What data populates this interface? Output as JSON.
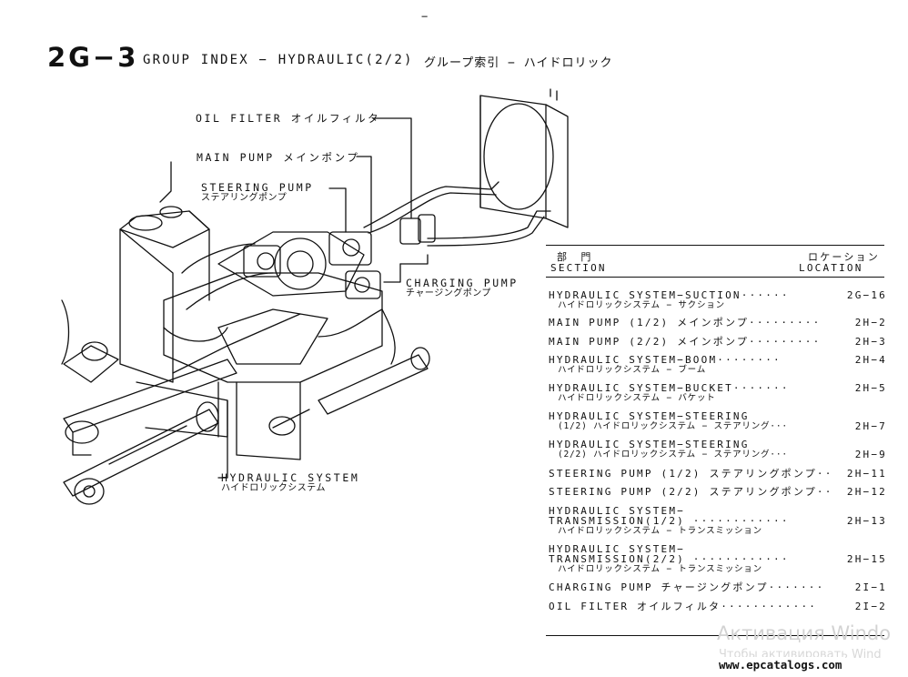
{
  "header": {
    "page_number": "2G−3",
    "title": "GROUP INDEX − HYDRAULIC(2/2)",
    "title_jp": "グループ索引 − ハイドロリック",
    "top_mark": "−"
  },
  "callouts": {
    "oil_filter": "OIL FILTER オイルフィルタ",
    "main_pump": "MAIN PUMP メインポンプ",
    "steering_pump": "STEERING PUMP",
    "steering_pump_jp": "ステアリングポンプ",
    "charging_pump": "CHARGING PUMP",
    "charging_pump_jp": "チャージングポンプ",
    "hydraulic_system": "HYDRAULIC SYSTEM",
    "hydraulic_system_jp": "ハイドロリックシステム"
  },
  "index": {
    "section_jp": "部　門",
    "section": "SECTION",
    "location_jp": "ロケーション",
    "location": "LOCATION",
    "rows": [
      {
        "l1": "HYDRAULIC SYSTEM−SUCTION······",
        "sub": "ハイドロリックシステム − サクション",
        "loc": "2G−16"
      },
      {
        "l1": "MAIN PUMP (1/2) メインポンプ·········",
        "sub": "",
        "loc": "2H−2"
      },
      {
        "l1": "MAIN PUMP (2/2) メインポンプ·········",
        "sub": "",
        "loc": "2H−3"
      },
      {
        "l1": "HYDRAULIC SYSTEM−BOOM········",
        "sub": "ハイドロリックシステム − ブーム",
        "loc": "2H−4"
      },
      {
        "l1": "HYDRAULIC SYSTEM−BUCKET·······",
        "sub": "ハイドロリックシステム − バケット",
        "loc": "2H−5"
      },
      {
        "l1": "HYDRAULIC SYSTEM−STEERING",
        "sub": "(1/2) ハイドロリックシステム − ステアリング···",
        "loc": "2H−7"
      },
      {
        "l1": "HYDRAULIC SYSTEM−STEERING",
        "sub": "(2/2) ハイドロリックシステム − ステアリング···",
        "loc": "2H−9"
      },
      {
        "l1": "STEERING PUMP (1/2) ステアリングポンプ··",
        "sub": "",
        "loc": "2H−11"
      },
      {
        "l1": "STEERING PUMP (2/2) ステアリングポンプ··",
        "sub": "",
        "loc": "2H−12"
      },
      {
        "l1": "HYDRAULIC SYSTEM−",
        "l2": "TRANSMISSION(1/2) ············",
        "sub": "ハイドロリックシステム − トランスミッション",
        "loc": "2H−13"
      },
      {
        "l1": "HYDRAULIC SYSTEM−",
        "l2": "TRANSMISSION(2/2) ············",
        "sub": "ハイドロリックシステム − トランスミッション",
        "loc": "2H−15"
      },
      {
        "l1": "CHARGING PUMP チャージングポンプ·······",
        "sub": "",
        "loc": "2I−1"
      },
      {
        "l1": "OIL FILTER オイルフィルタ············",
        "sub": "",
        "loc": "2I−2"
      }
    ]
  },
  "watermark": {
    "line1": "Активация Windo",
    "line2": "Чтобы активировать Wind"
  },
  "site": "www.epcatalogs.com"
}
